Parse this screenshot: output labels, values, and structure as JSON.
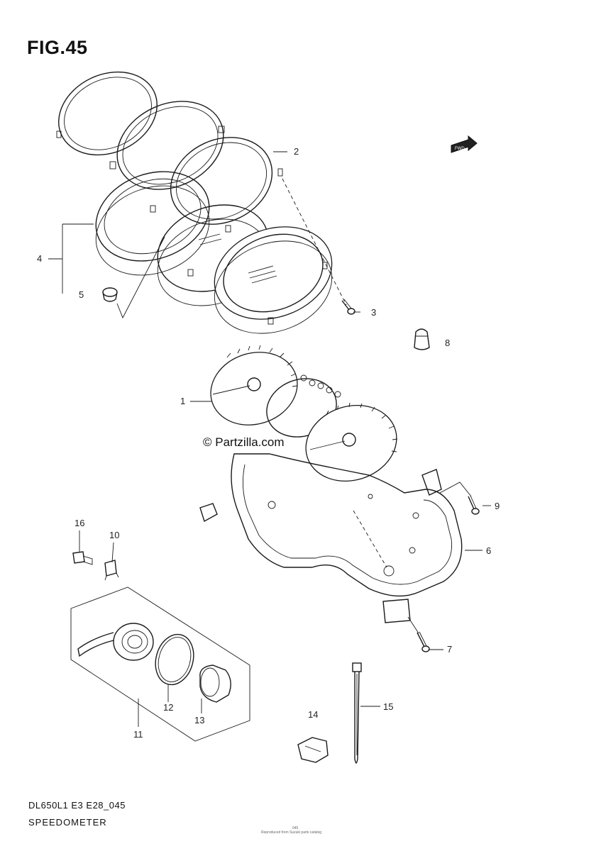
{
  "figure": {
    "title": "FIG.45",
    "model_code": "DL650L1 E3 E28_045",
    "section_name": "SPEEDOMETER",
    "watermark": "© Partzilla.com",
    "fwd_label": "FWD",
    "copyright_note": "Reproduced from Suzuki parts catalog",
    "page_id": "045"
  },
  "callouts": [
    {
      "id": "c1",
      "label": "1"
    },
    {
      "id": "c2",
      "label": "2"
    },
    {
      "id": "c3",
      "label": "3"
    },
    {
      "id": "c4",
      "label": "4"
    },
    {
      "id": "c5",
      "label": "5"
    },
    {
      "id": "c6",
      "label": "6"
    },
    {
      "id": "c7",
      "label": "7"
    },
    {
      "id": "c8",
      "label": "8"
    },
    {
      "id": "c9",
      "label": "9"
    },
    {
      "id": "c10",
      "label": "10"
    },
    {
      "id": "c11",
      "label": "11"
    },
    {
      "id": "c12",
      "label": "12"
    },
    {
      "id": "c13",
      "label": "13"
    },
    {
      "id": "c14",
      "label": "14"
    },
    {
      "id": "c15",
      "label": "15"
    },
    {
      "id": "c16",
      "label": "16"
    }
  ]
}
